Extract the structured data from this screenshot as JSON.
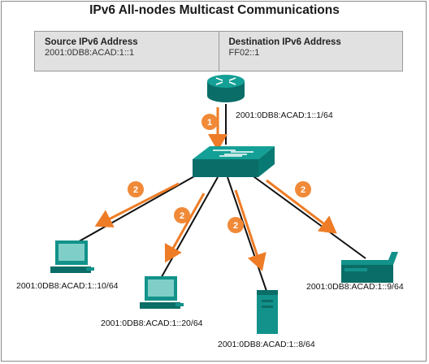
{
  "title": "IPv6 All-nodes Multicast Communications",
  "header": {
    "source_label": "Source IPv6 Address",
    "source_value": "2001:0DB8:ACAD:1::1",
    "dest_label": "Destination IPv6 Address",
    "dest_value": "FF02::1"
  },
  "router": {
    "address": "2001:0DB8:ACAD:1::1/64"
  },
  "hosts": [
    {
      "address": "2001:0DB8:ACAD:1::10/64",
      "icon": "pc-icon"
    },
    {
      "address": "2001:0DB8:ACAD:1::20/64",
      "icon": "pc-icon"
    },
    {
      "address": "2001:0DB8:ACAD:1::8/64",
      "icon": "server-icon"
    },
    {
      "address": "2001:0DB8:ACAD:1::9/64",
      "icon": "printer-icon"
    }
  ],
  "steps": {
    "router_to_switch": "1",
    "switch_to_hosts": "2"
  },
  "colors": {
    "device": "#12928a",
    "device_dark": "#0b6d67",
    "arrow": "#ee7c26",
    "badge": "#f08a38",
    "link": "#111111"
  }
}
